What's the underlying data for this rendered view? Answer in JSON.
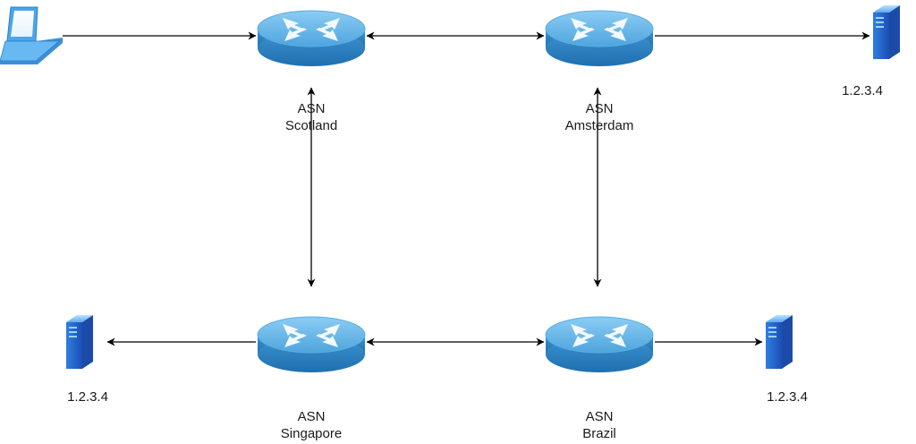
{
  "routers": [
    {
      "asn": "ASN",
      "name": "Scotland"
    },
    {
      "asn": "ASN",
      "name": "Amsterdam"
    },
    {
      "asn": "ASN",
      "name": "Singapore"
    },
    {
      "asn": "ASN",
      "name": "Brazil"
    }
  ],
  "servers": [
    {
      "ip": "1.2.3.4"
    },
    {
      "ip": "1.2.3.4"
    },
    {
      "ip": "1.2.3.4"
    }
  ],
  "icons": {
    "router": "router-icon",
    "server": "server-icon",
    "laptop": "laptop-icon"
  },
  "colors": {
    "router": "#3d9ad6",
    "server": "#3d7be0",
    "laptop": "#4aa6ea",
    "line": "#000000"
  }
}
